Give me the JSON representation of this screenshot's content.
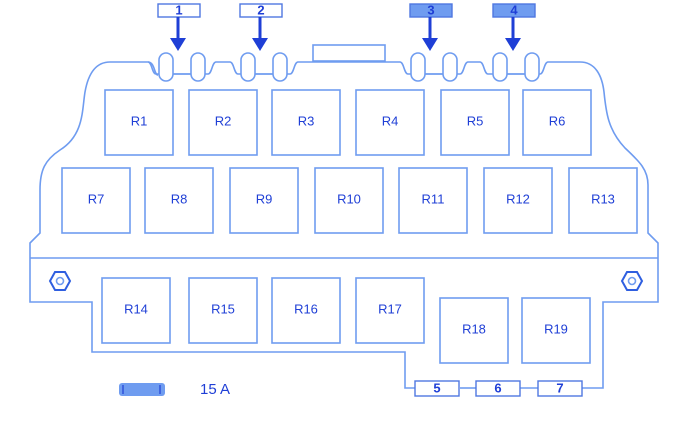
{
  "title": "Fuse and relay box diagram",
  "relays": [
    {
      "id": "R1"
    },
    {
      "id": "R2"
    },
    {
      "id": "R3"
    },
    {
      "id": "R4"
    },
    {
      "id": "R5"
    },
    {
      "id": "R6"
    },
    {
      "id": "R7"
    },
    {
      "id": "R8"
    },
    {
      "id": "R9"
    },
    {
      "id": "R10"
    },
    {
      "id": "R11"
    },
    {
      "id": "R12"
    },
    {
      "id": "R13"
    },
    {
      "id": "R14"
    },
    {
      "id": "R15"
    },
    {
      "id": "R16"
    },
    {
      "id": "R17"
    },
    {
      "id": "R18"
    },
    {
      "id": "R19"
    }
  ],
  "top_fuses": [
    {
      "id": "1",
      "highlighted": false
    },
    {
      "id": "2",
      "highlighted": false
    },
    {
      "id": "3",
      "highlighted": true
    },
    {
      "id": "4",
      "highlighted": true
    }
  ],
  "bottom_fuses": [
    {
      "id": "5"
    },
    {
      "id": "6"
    },
    {
      "id": "7"
    }
  ],
  "legend": {
    "icon": "fuse-icon",
    "label": "15 A"
  },
  "colors": {
    "line": "#6f9cf0",
    "text": "#1f3fd6",
    "highlight": "#6f9cf0"
  }
}
